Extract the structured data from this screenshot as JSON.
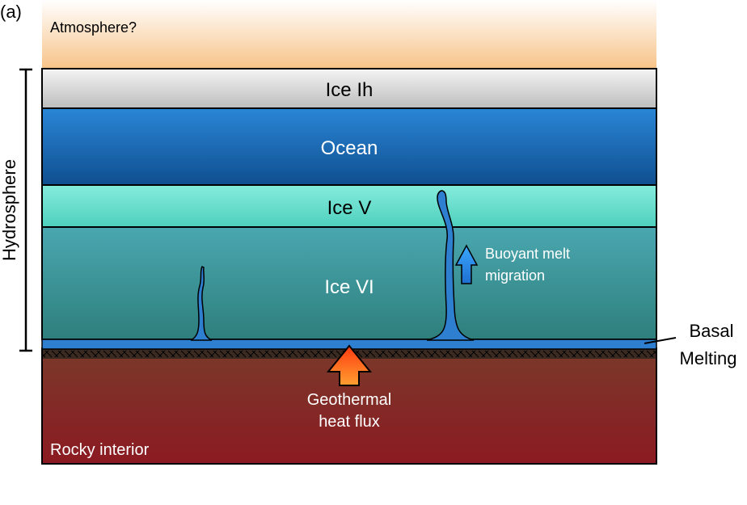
{
  "panel_label": "(a)",
  "atmosphere_label": "Atmosphere?",
  "layers": {
    "ice_ih": "Ice Ih",
    "ocean": "Ocean",
    "ice_v": "Ice V",
    "ice_vi": "Ice VI",
    "rocky_interior": "Rocky interior"
  },
  "hydrosphere_label": "Hydrosphere",
  "buoyant_melt": {
    "line1": "Buoyant melt",
    "line2": "migration"
  },
  "geothermal": {
    "line1": "Geothermal",
    "line2": "heat flux"
  },
  "basal_melting": {
    "line1": "Basal",
    "line2": "Melting"
  },
  "colors": {
    "ice_ih": "#d9d9d9",
    "ocean": "#1f6fb8",
    "ice_v": "#6fdccb",
    "ice_vi": "#3e9a9a",
    "basal_water": "#2f7fd0",
    "rock": "#8a2525",
    "atmosphere": "#f7c690",
    "heat_arrow": "#ff5a1a",
    "melt_arrow": "#2f8ff0"
  }
}
